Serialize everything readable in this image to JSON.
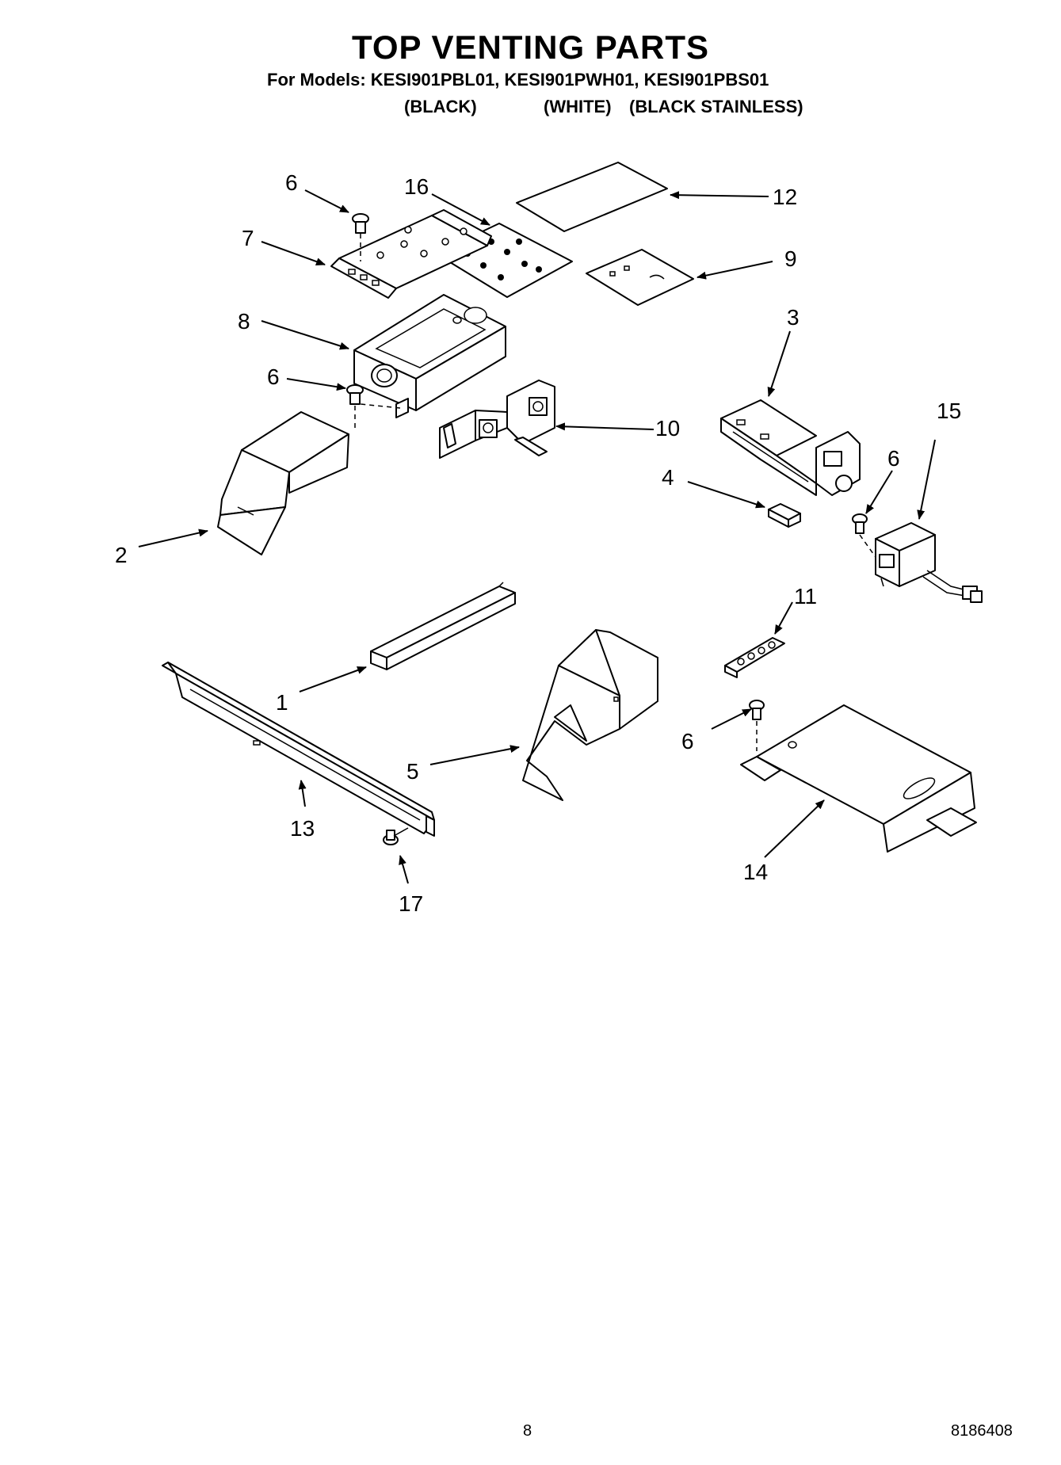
{
  "header": {
    "title": "TOP VENTING PARTS",
    "models_line": "For Models: KESI901PBL01, KESI901PWH01, KESI901PBS01",
    "colors": [
      "(BLACK)",
      "(WHITE)",
      "(BLACK STAINLESS)"
    ]
  },
  "callouts": {
    "c1": "1",
    "c2": "2",
    "c3": "3",
    "c4": "4",
    "c5": "5",
    "c6a": "6",
    "c6b": "6",
    "c6c": "6",
    "c6d": "6",
    "c7": "7",
    "c8": "8",
    "c9": "9",
    "c10": "10",
    "c11": "11",
    "c12": "12",
    "c13": "13",
    "c14": "14",
    "c15": "15",
    "c16": "16",
    "c17": "17"
  },
  "footer": {
    "page_number": "8",
    "document_number": "8186408"
  }
}
